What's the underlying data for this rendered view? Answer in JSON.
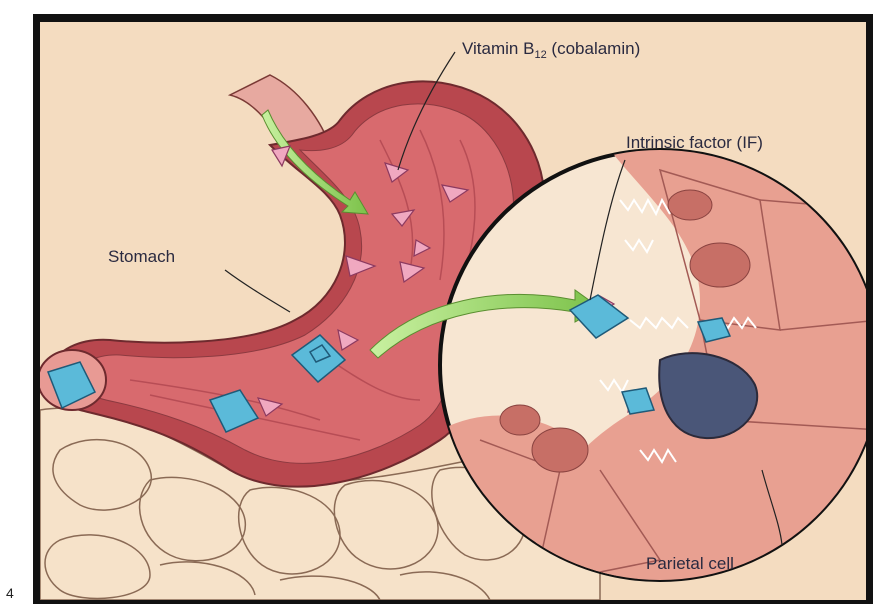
{
  "page_number": "4",
  "labels": {
    "vitamin_prefix": "Vitamin B",
    "vitamin_sub": "12",
    "vitamin_suffix": " (cobalamin)",
    "intrinsic_factor": "Intrinsic factor (IF)",
    "stomach": "Stomach",
    "parietal_cell": "Parietal cell"
  },
  "colors": {
    "background": "#f4dcc0",
    "frame": "#111111",
    "stomach_wall": "#b8474e",
    "stomach_lining": "#d86a6e",
    "intestine_fill": "#f6e2c9",
    "cell_fill": "#e8a091",
    "vitamin_b12": "#f0a8c0",
    "intrinsic_factor": "#5bbad9",
    "arrow": "#8fd05a"
  }
}
